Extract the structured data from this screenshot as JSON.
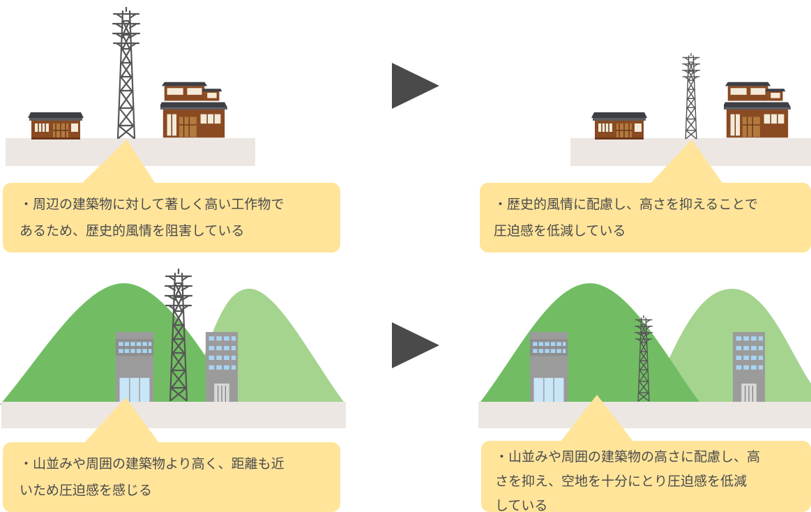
{
  "colors": {
    "ground": "#ece7e3",
    "callout": "#ffe49a",
    "hill_dark": "#72bd64",
    "hill_light": "#a5d48f",
    "arrow": "#4a4a4a",
    "tower": "#555555",
    "house_wood": "#8a4a22",
    "house_roof": "#3d3f45",
    "building_gray": "#9b9b9b",
    "window_blue": "#a9d4f2"
  },
  "icons": {
    "arrow": "play-triangle-arrow",
    "tower": "transmission-tower",
    "house": "traditional-japanese-house",
    "building": "office-building",
    "hills": "mountain-hills"
  },
  "scenes": {
    "town_before": {
      "caption": "・周辺の建築物に対して著しく高い工作物で\nあるため、歴史的風情を阻害している"
    },
    "town_after": {
      "caption": "・歴史的風情に配慮し、高さを抑えることで\n圧迫感を低減している"
    },
    "mountain_before": {
      "caption": "・山並みや周囲の建築物より高く、距離も近\nいため圧迫感を感じる"
    },
    "mountain_after": {
      "caption": "・山並みや周囲の建築物の高さに配慮し、高\nさを抑え、空地を十分にとり圧迫感を低減\nしている"
    }
  }
}
